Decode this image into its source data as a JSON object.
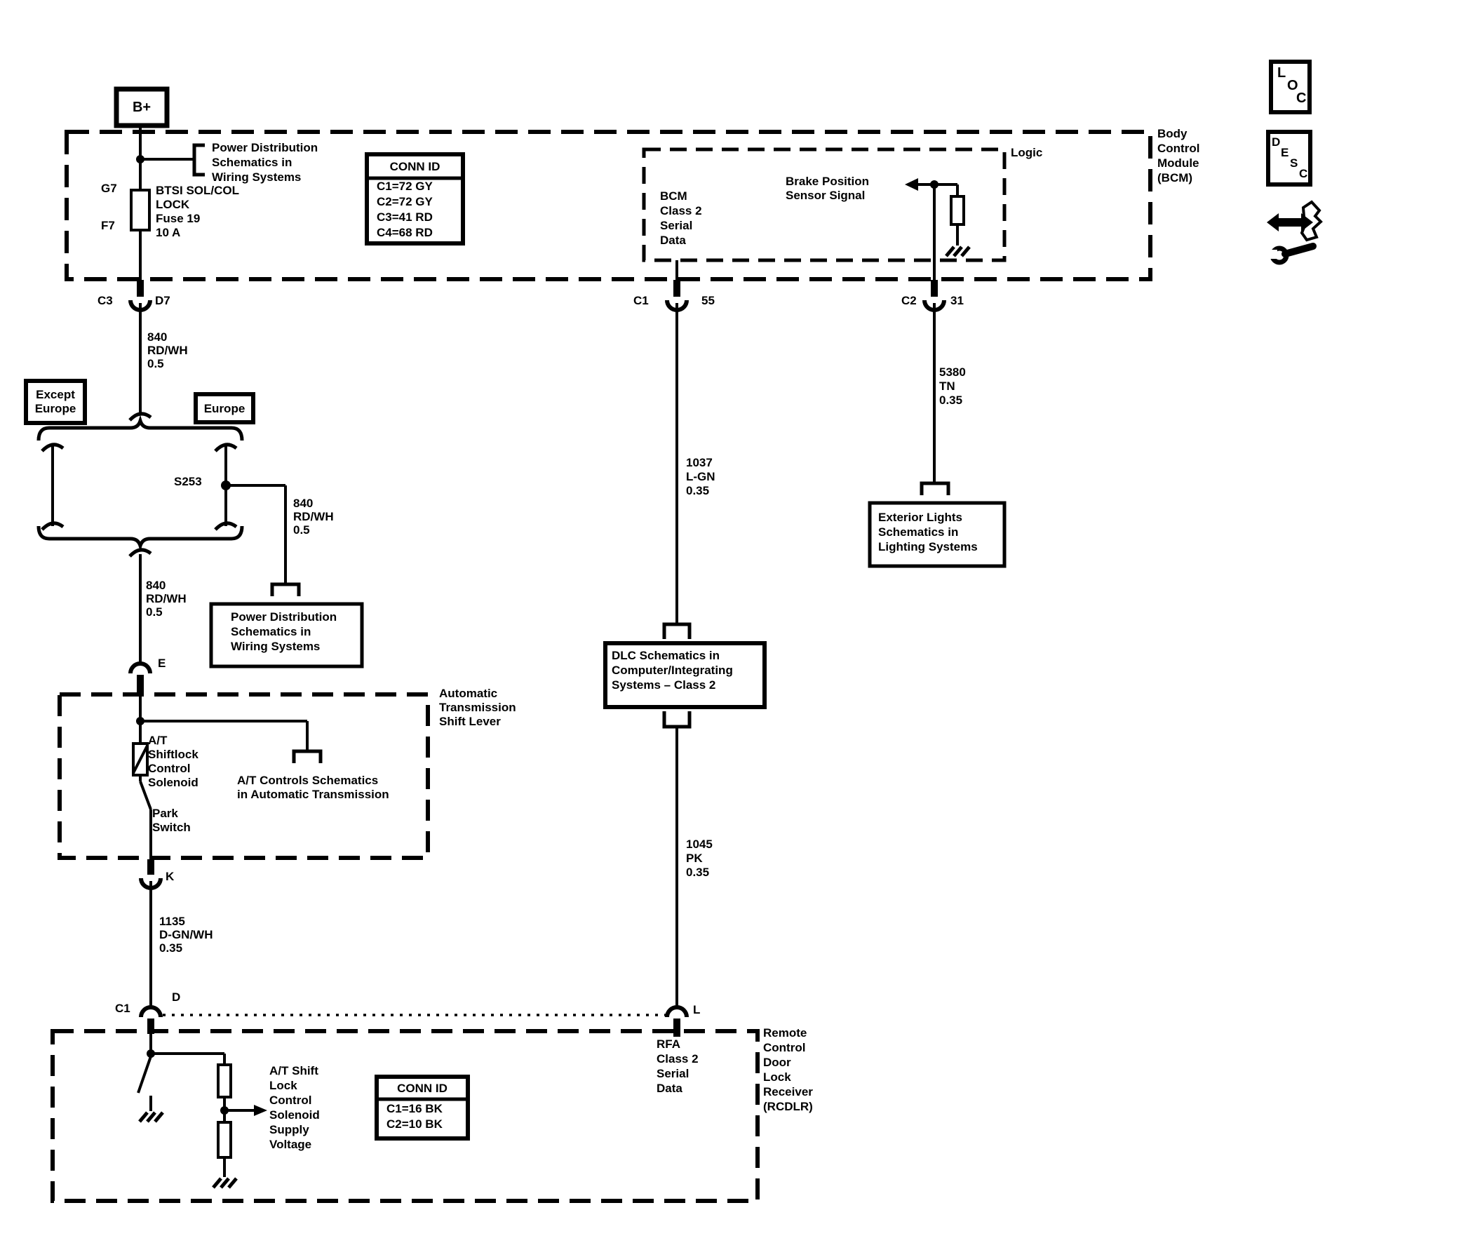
{
  "battery": {
    "label": "B+"
  },
  "bcm": {
    "module_label": "Body\nControl\nModule\n(BCM)",
    "logic_label": "Logic",
    "fuse_pin_top": "G7",
    "fuse_pin_bottom": "F7",
    "fuse_label": "BTSI SOL/COL\nLOCK\nFuse 19\n10 A",
    "power_dist_ref": "Power Distribution\nSchematics in\nWiring Systems",
    "conn_id": {
      "title": "CONN ID",
      "rows": [
        "C1=72 GY",
        "C2=72 GY",
        "C3=41 RD",
        "C4=68 RD"
      ]
    },
    "class2_label": "BCM\nClass 2\nSerial\nData",
    "brake_signal_label": "Brake Position\nSensor Signal",
    "pins": {
      "c3": "C3",
      "d7": "D7",
      "c1": "C1",
      "p55": "55",
      "c2": "C2",
      "p31": "31"
    }
  },
  "wires": {
    "w840_a": "840\nRD/WH\n0.5",
    "w840_b": "840\nRD/WH\n0.5",
    "w840_c": "840\nRD/WH\n0.5",
    "w1037": "1037\nL-GN\n0.35",
    "w5380": "5380\nTN\n0.35",
    "w1135": "1135\nD-GN/WH\n0.35",
    "w1045": "1045\nPK\n0.35",
    "splice": "S253"
  },
  "variants": {
    "except_europe": "Except\nEurope",
    "europe": "Europe"
  },
  "refs": {
    "power_dist_box": "Power Distribution\nSchematics in\nWiring Systems",
    "dlc_box": "DLC Schematics in\nComputer/Integrating\nSystems – Class 2",
    "exterior_box": "Exterior Lights\nSchematics in\nLighting Systems",
    "at_controls": "A/T Controls Schematics\nin Automatic Transmission"
  },
  "shift_lever": {
    "title": "Automatic\nTransmission\nShift Lever",
    "solenoid": "A/T\nShiftlock\nControl\nSolenoid",
    "park_switch": "Park\nSwitch",
    "pin_e": "E",
    "pin_k": "K"
  },
  "rcdlr": {
    "title": "Remote\nControl\nDoor\nLock\nReceiver\n(RCDLR)",
    "rfa_label": "RFA\nClass 2\nSerial\nData",
    "supply_label": "A/T Shift\nLock\nControl\nSolenoid\nSupply\nVoltage",
    "conn_id": {
      "title": "CONN ID",
      "rows": [
        "C1=16 BK",
        "C2=10 BK"
      ]
    },
    "pins": {
      "c1": "C1",
      "d": "D",
      "l": "L"
    }
  },
  "toolbar": {
    "loc": [
      "L",
      "O",
      "C"
    ],
    "desc": [
      "D",
      "E",
      "S",
      "C"
    ]
  }
}
